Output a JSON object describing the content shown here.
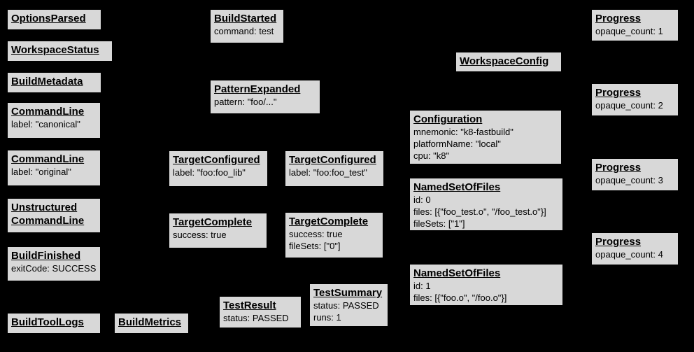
{
  "diagram": {
    "description": "Bazel Build Event Protocol event graph",
    "colors": {
      "background": "#000000",
      "node_fill": "#d8d8d8",
      "node_border": "#000000",
      "text": "#000000"
    }
  },
  "nodes": {
    "options_parsed": {
      "title": "OptionsParsed"
    },
    "workspace_status": {
      "title": "WorkspaceStatus"
    },
    "build_metadata": {
      "title": "BuildMetadata"
    },
    "command_line_canonical": {
      "title": "CommandLine",
      "lines": [
        "label: \"canonical\""
      ]
    },
    "command_line_original": {
      "title": "CommandLine",
      "lines": [
        "label: \"original\""
      ]
    },
    "unstructured_command_line": {
      "title": "Unstructured",
      "title2": "CommandLine"
    },
    "build_finished": {
      "title": "BuildFinished",
      "lines": [
        "exitCode: SUCCESS"
      ]
    },
    "build_tool_logs": {
      "title": "BuildToolLogs"
    },
    "build_metrics": {
      "title": "BuildMetrics"
    },
    "build_started": {
      "title": "BuildStarted",
      "lines": [
        "command: test"
      ]
    },
    "pattern_expanded": {
      "title": "PatternExpanded",
      "lines": [
        "pattern: \"foo/...\""
      ]
    },
    "target_configured_lib": {
      "title": "TargetConfigured",
      "lines": [
        "label: \"foo:foo_lib\""
      ]
    },
    "target_configured_test": {
      "title": "TargetConfigured",
      "lines": [
        "label: \"foo:foo_test\""
      ]
    },
    "target_complete_lib": {
      "title": "TargetComplete",
      "lines": [
        "success: true"
      ]
    },
    "target_complete_test": {
      "title": "TargetComplete",
      "lines": [
        "success: true",
        "fileSets: [\"0\"]"
      ]
    },
    "test_result": {
      "title": "TestResult",
      "lines": [
        "status: PASSED"
      ]
    },
    "test_summary": {
      "title": "TestSummary",
      "lines": [
        "status: PASSED",
        "runs: 1"
      ]
    },
    "workspace_config": {
      "title": "WorkspaceConfig"
    },
    "configuration": {
      "title": "Configuration",
      "lines": [
        "mnemonic: \"k8-fastbuild\"",
        "platformName: \"local\"",
        "cpu: \"k8\""
      ]
    },
    "named_set_of_files_0": {
      "title": "NamedSetOfFiles",
      "lines": [
        "id: 0",
        "files: [{\"foo_test.o\", \"/foo_test.o\"}]",
        "fileSets: [\"1\"]"
      ]
    },
    "named_set_of_files_1": {
      "title": "NamedSetOfFiles",
      "lines": [
        "id: 1",
        "files: [{\"foo.o\", \"/foo.o\"}]"
      ]
    },
    "progress_1": {
      "title": "Progress",
      "lines": [
        "opaque_count: 1"
      ]
    },
    "progress_2": {
      "title": "Progress",
      "lines": [
        "opaque_count: 2"
      ]
    },
    "progress_3": {
      "title": "Progress",
      "lines": [
        "opaque_count: 3"
      ]
    },
    "progress_4": {
      "title": "Progress",
      "lines": [
        "opaque_count: 4"
      ]
    }
  }
}
